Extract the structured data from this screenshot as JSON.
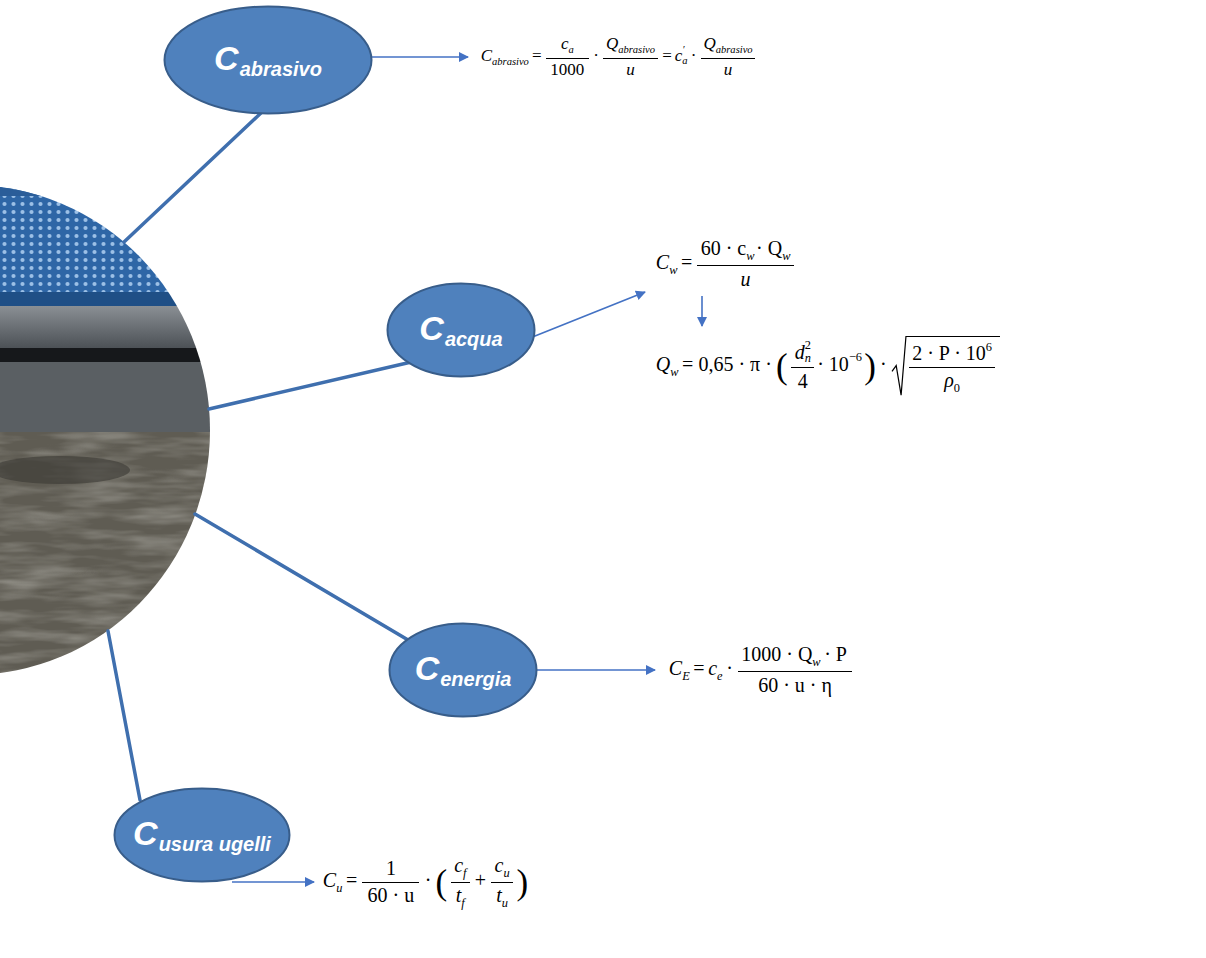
{
  "diagram": {
    "nodes": [
      {
        "text": [
          "C",
          "abrasivo"
        ]
      },
      {
        "text": [
          "C",
          "acqua"
        ]
      },
      {
        "text": [
          "C",
          "energia"
        ]
      },
      {
        "text": [
          "C",
          "usura ugelli"
        ]
      }
    ],
    "labels": [
      "C",
      "abrasivo",
      "=",
      "c",
      "a",
      "1000",
      "·",
      "Q",
      "abrasivo",
      "u",
      "=",
      "c",
      "′",
      "a",
      "·",
      "Q",
      "abrasivo",
      "u",
      "C",
      "w",
      "=",
      "60 · c",
      "w",
      "· Q",
      "w",
      "u",
      "Q",
      "w",
      "= 0,65 · π ·",
      "(",
      "d",
      "n",
      "2",
      "4",
      "· 10",
      "−6",
      ")",
      "·",
      "2 · P · 10",
      "6",
      "ρ",
      "0",
      "C",
      "E",
      "=",
      "c",
      "e",
      "·",
      "1000 · Q",
      "w",
      "· P",
      "60 · u · η",
      "C",
      "u",
      "=",
      "1",
      "60 · u",
      "·",
      "(",
      "c",
      "f",
      "t",
      "f",
      "+",
      "c",
      "u",
      "t",
      "u",
      ")"
    ]
  }
}
